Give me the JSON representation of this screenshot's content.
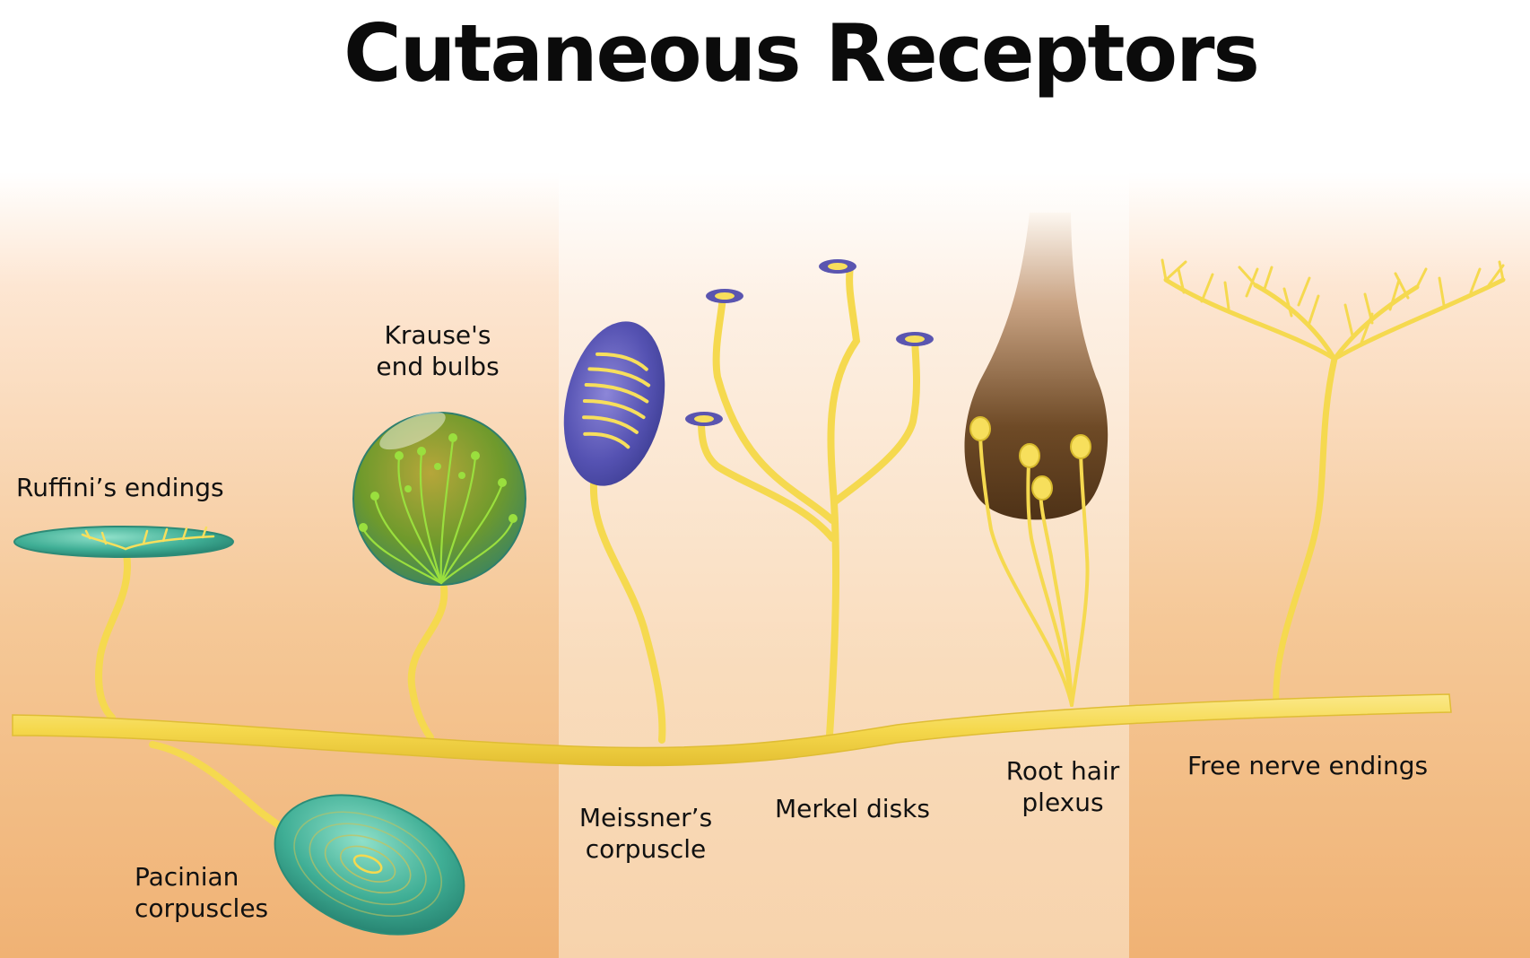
{
  "title": "Cutaneous Receptors",
  "labels": {
    "ruffini": [
      "Ruffini’s endings"
    ],
    "krause": [
      "Krause's",
      "end bulbs"
    ],
    "pacinian": [
      "Pacinian",
      "corpuscles"
    ],
    "meissner": [
      "Meissner’s",
      "corpuscle"
    ],
    "merkel": [
      "Merkel disks"
    ],
    "root_hair": [
      "Root hair",
      "plexus"
    ],
    "free_nerve": [
      "Free nerve endings"
    ]
  },
  "colors": {
    "nerve": "#f9e168",
    "nerve_dark": "#e4c43a",
    "dermis": "#f0b77e",
    "epidermis": "#f8d8ad",
    "teal": "#45b59b",
    "krause_green": "#5e9a2a",
    "meissner_blue": "#4d4fa8",
    "hair_brown": "#5e3c1d"
  }
}
